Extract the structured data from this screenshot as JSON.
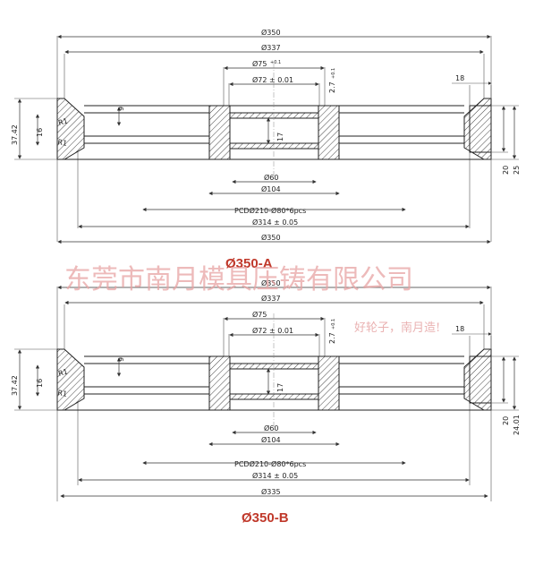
{
  "views": [
    {
      "title": "Ø350-A",
      "dims": {
        "top1": "Ø350",
        "top2": "Ø337",
        "top3": "Ø75",
        "tol75": "+0.1",
        "top4": "Ø72 ± 0.01",
        "right_tol": "2.7",
        "right_tol_sup": "+0.1",
        "tab": "18",
        "left_h": "37.42",
        "left_16": "16",
        "r1a": "R1",
        "r1b": "R1",
        "nine": "9",
        "seventeen": "17",
        "b1": "Ø60",
        "b2": "Ø104",
        "b3": "PCDØ210-Ø80*6pcs",
        "b4": "Ø314 ± 0.05",
        "b5": "Ø350",
        "r20": "20",
        "r25": "25"
      }
    },
    {
      "title": "Ø350-B",
      "dims": {
        "top1": "Ø350",
        "top2": "Ø337",
        "top3": "Ø75",
        "tol75": "",
        "top4": "Ø72 ± 0.01",
        "right_tol": "2.7",
        "right_tol_sup": "+0.1",
        "tab": "18",
        "left_h": "37.42",
        "left_16": "16",
        "r1a": "R1",
        "r1b": "R1",
        "nine": "9",
        "seventeen": "17",
        "b1": "Ø60",
        "b2": "Ø104",
        "b3": "PCDØ210-Ø80*6pcs",
        "b4": "Ø314 ± 0.05",
        "b5": "Ø335",
        "r20": "20",
        "r25": "24.01"
      }
    }
  ],
  "watermark": {
    "main": "东莞市南月模具压铸有限公司",
    "slogan": "好轮子，南月造!"
  },
  "colors": {
    "line": "#333333",
    "title": "#c0392b",
    "watermark": "#e8a3a3"
  }
}
